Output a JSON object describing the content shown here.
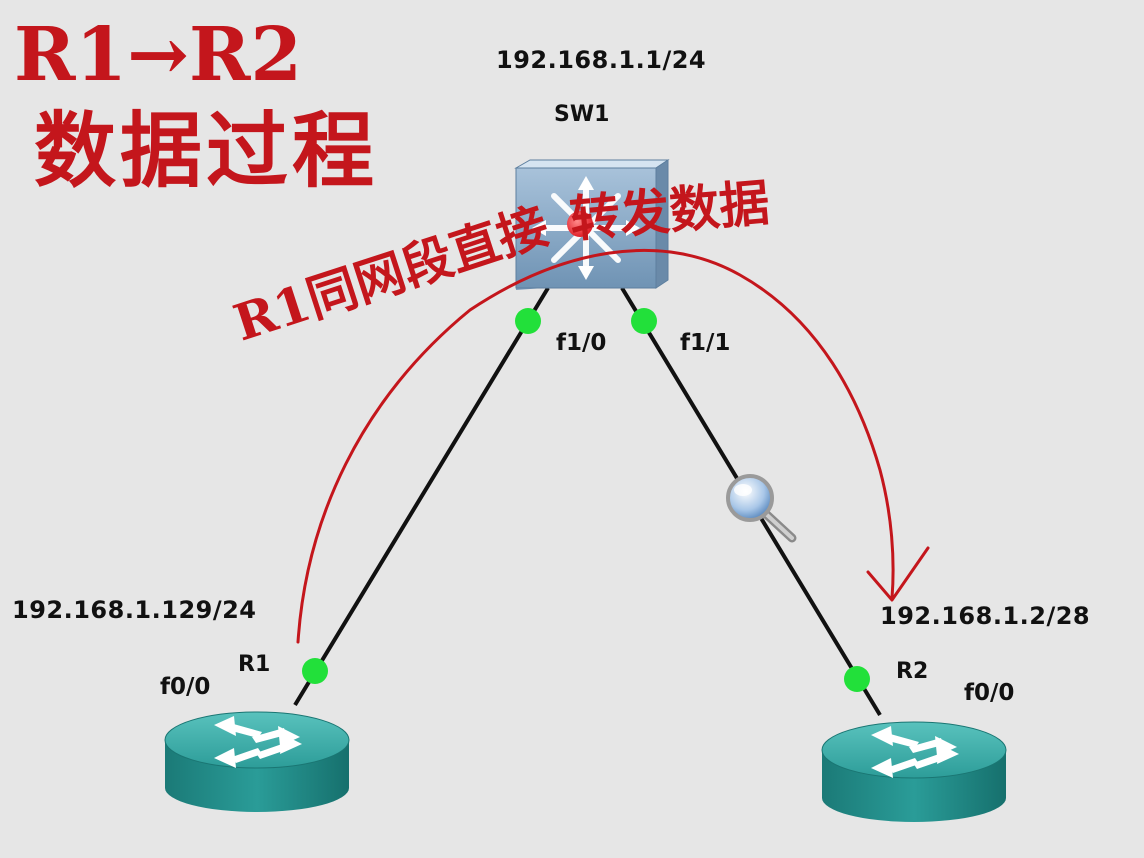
{
  "switch": {
    "name": "SW1",
    "ip": "192.168.1.1/24",
    "ports": {
      "left": "f1/0",
      "right": "f1/1"
    }
  },
  "router1": {
    "name": "R1",
    "ip": "192.168.1.129/24",
    "port": "f0/0"
  },
  "router2": {
    "name": "R2",
    "ip": "192.168.1.2/28",
    "port": "f0/0"
  },
  "annotations": {
    "title_line1": "R1→R2",
    "title_line2": "数据过程",
    "forward_note_part1": "R1同网段直接",
    "forward_note_part2": "转发数据"
  },
  "colors": {
    "background": "#e6e6e6",
    "link": "#111111",
    "port_up": "#22e03a",
    "handwriting": "#c4161c",
    "router_body": "#1f8f8c",
    "switch_body": "#8fb0cc"
  },
  "icons": {
    "switch": "multilayer-switch-icon",
    "router": "router-icon",
    "capture": "magnifier-icon",
    "packet": "packet-dot-icon"
  }
}
